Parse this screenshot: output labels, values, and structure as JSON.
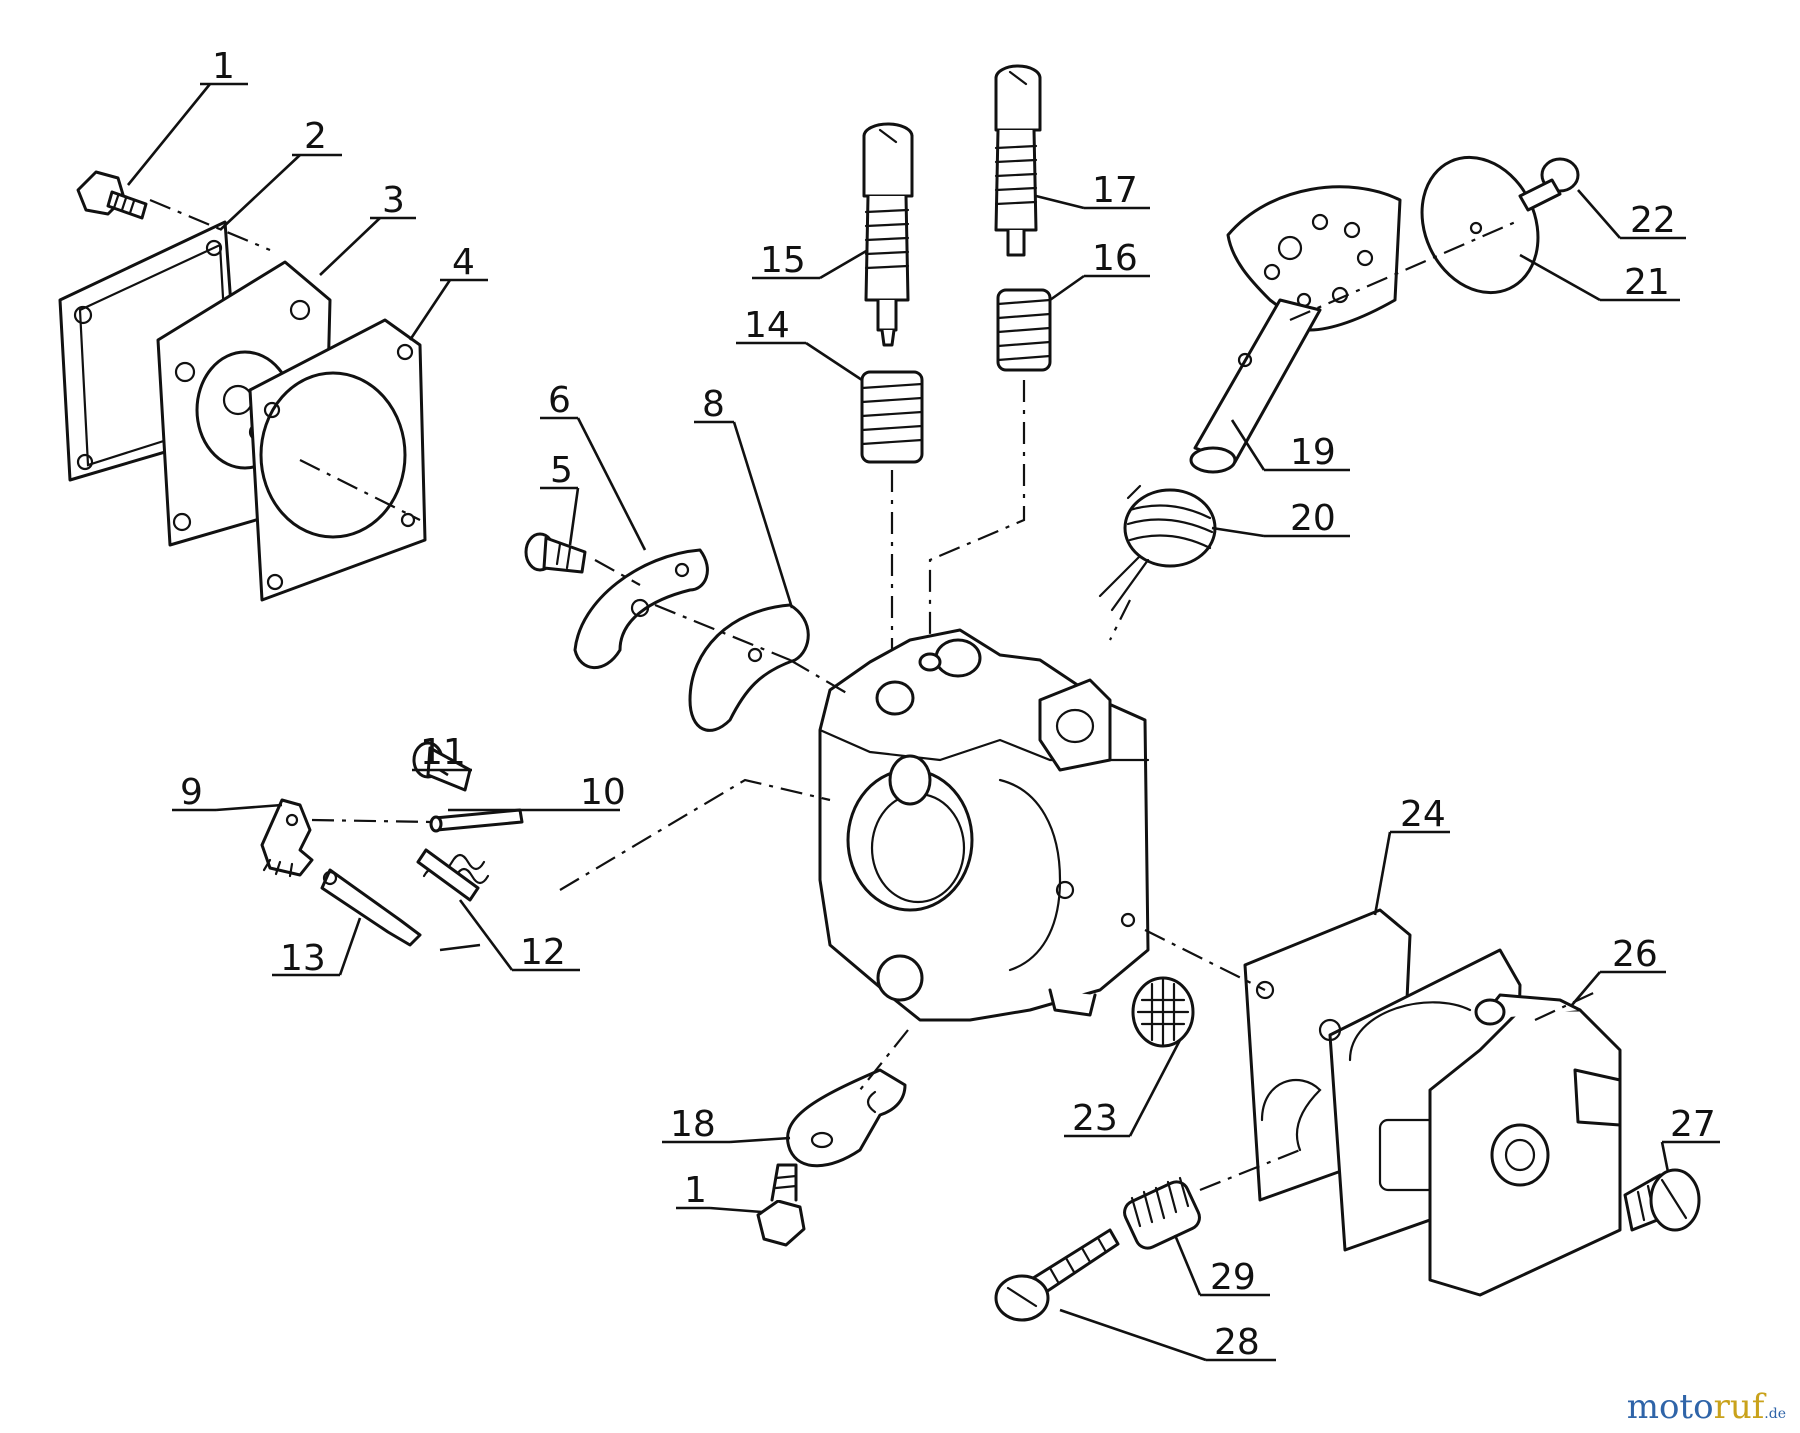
{
  "callouts": [
    {
      "label": "1"
    },
    {
      "label": "2"
    },
    {
      "label": "3"
    },
    {
      "label": "4"
    },
    {
      "label": "5"
    },
    {
      "label": "6"
    },
    {
      "label": "8"
    },
    {
      "label": "9"
    },
    {
      "label": "10"
    },
    {
      "label": "11"
    },
    {
      "label": "12"
    },
    {
      "label": "13"
    },
    {
      "label": "14"
    },
    {
      "label": "15"
    },
    {
      "label": "16"
    },
    {
      "label": "17"
    },
    {
      "label": "18"
    },
    {
      "label": "1"
    },
    {
      "label": "19"
    },
    {
      "label": "20"
    },
    {
      "label": "21"
    },
    {
      "label": "22"
    },
    {
      "label": "23"
    },
    {
      "label": "24"
    },
    {
      "label": "26"
    },
    {
      "label": "27"
    },
    {
      "label": "28"
    },
    {
      "label": "29"
    }
  ],
  "watermark": {
    "part1": "moto",
    "part2": "ruf",
    "part3": ".de"
  }
}
